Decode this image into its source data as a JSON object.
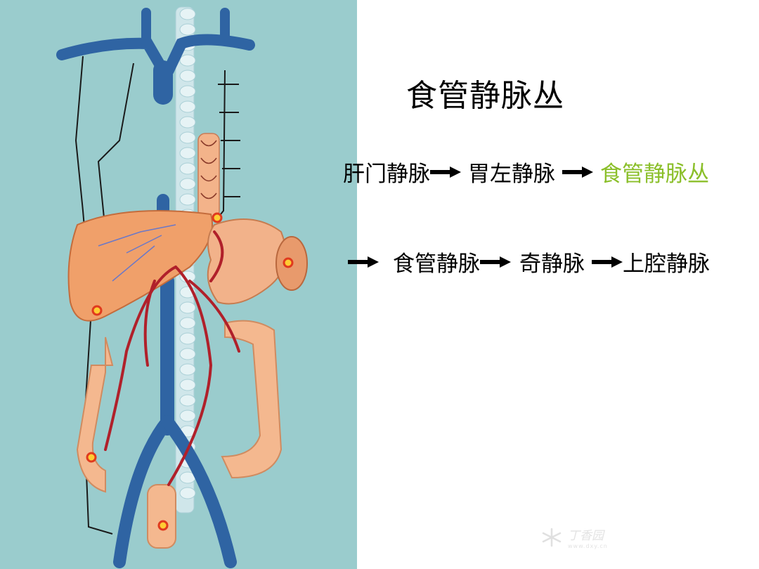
{
  "title": "食管静脉丛",
  "pathway": {
    "row1": [
      "肝门静脉",
      "胃左静脉",
      "食管静脉丛"
    ],
    "row2": [
      "食管静脉",
      "奇静脉",
      "上腔静脉"
    ]
  },
  "colors": {
    "panel_bg": "#9acccd",
    "vein": "#2f64a3",
    "artery": "#b0202a",
    "organ": "#f3a878",
    "highlight": "#8bbf2a"
  },
  "watermark": {
    "brand": "丁香园",
    "url": "www.dxy.cn"
  }
}
